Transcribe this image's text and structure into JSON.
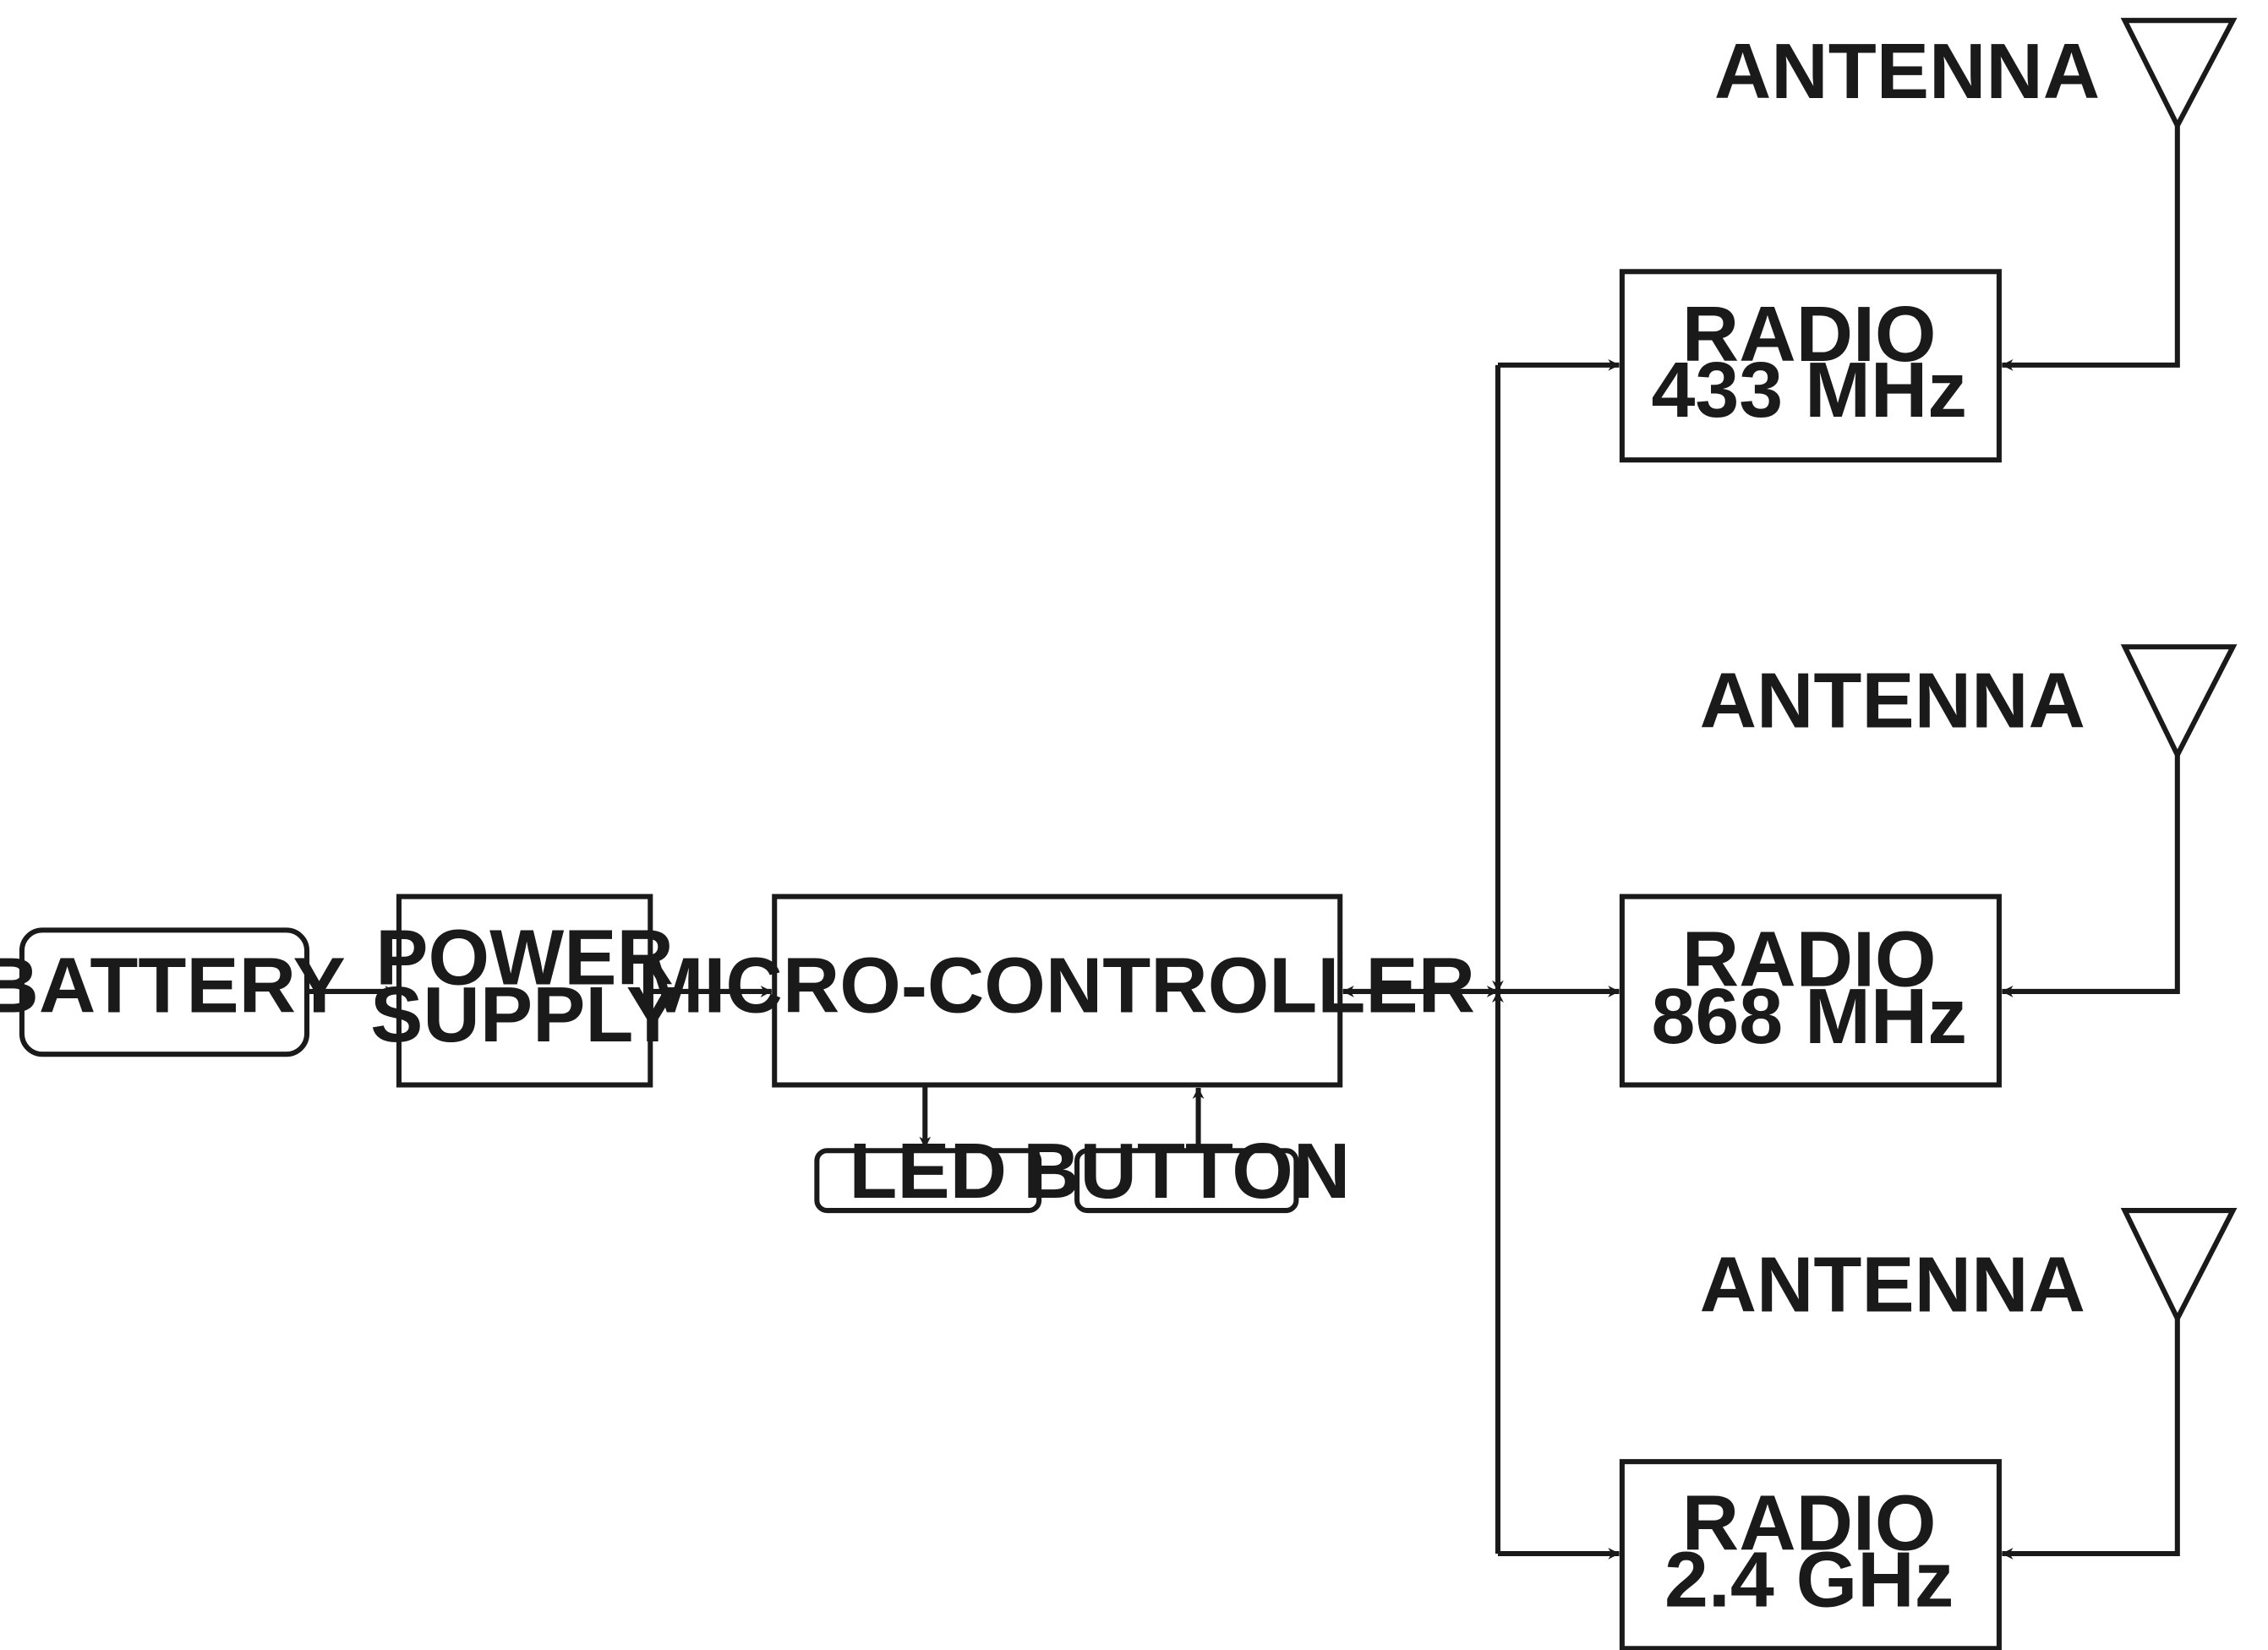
{
  "diagram": {
    "battery": "BATTERY",
    "power_supply": {
      "line1": "POWER",
      "line2": "SUPPLY"
    },
    "microcontroller": "MICRO-CONTROLLER",
    "led": "LED",
    "button": "BUTTON",
    "radios": [
      {
        "line1": "RADIO",
        "line2": "433 MHz"
      },
      {
        "line1": "RADIO",
        "line2": "868 MHz"
      },
      {
        "line1": "RADIO",
        "line2": "2.4 GHz"
      }
    ],
    "antennas": [
      "ANTENNA",
      "ANTENNA",
      "ANTENNA"
    ]
  }
}
